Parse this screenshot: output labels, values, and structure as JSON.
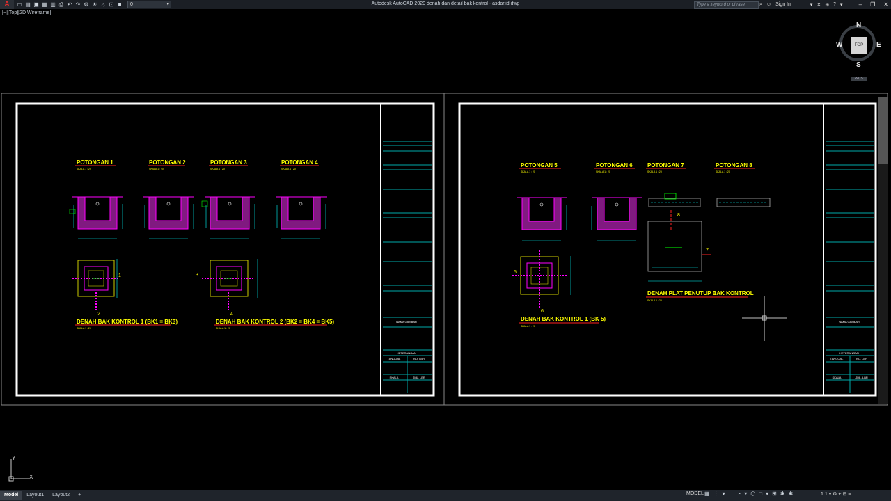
{
  "titlebar": {
    "app_icon": "A",
    "layer_value": "0",
    "window_title": "Autodesk AutoCAD 2020   denah dan detail bak kontrol - asdar.id.dwg",
    "search_placeholder": "Type a keyword or phrase",
    "sign_in": "Sign In"
  },
  "viewport_label": "[−][Top][2D Wireframe]",
  "viewcube": {
    "top": "TOP",
    "n": "N",
    "s": "S",
    "e": "E",
    "w": "W",
    "wcs": "WCS"
  },
  "sheet1": {
    "sections": [
      "POTONGAN 1",
      "POTONGAN 2",
      "POTONGAN 3",
      "POTONGAN 4"
    ],
    "scale_text": "SKALA 1 : 20",
    "plan_titles": [
      "DENAH BAK KONTROL 1 (BK1 = BK3)",
      "DENAH BAK KONTROL 2 (BK2 = BK4 = BK5)"
    ],
    "plan_scale": "SKALA 1 : 20",
    "markers": [
      "1",
      "2",
      "3",
      "4"
    ],
    "titleblock": {
      "nama_gambar": "NAMA GAMBAR",
      "keterangan": "KETERANGAN",
      "tanggal": "TANGGAL",
      "no_lbr": "NO. LBR",
      "skala": "SKALA",
      "jml_lbr": "JML. LBR"
    }
  },
  "sheet2": {
    "sections": [
      "POTONGAN 5",
      "POTONGAN 6",
      "POTONGAN 7",
      "POTONGAN 8"
    ],
    "scale_text": "SKALA 1 : 20",
    "plan_titles": [
      "DENAH BAK KONTROL 1 (BK 5)",
      "DENAH PLAT PENUTUP BAK KONTROL"
    ],
    "plan_scale": "SKALA 1 : 20",
    "markers": [
      "5",
      "6",
      "7",
      "8"
    ],
    "titleblock": {
      "nama_gambar": "NAMA GAMBAR",
      "keterangan": "KETERANGAN",
      "tanggal": "TANGGAL",
      "no_lbr": "NO. LBR",
      "skala": "SKALA",
      "jml_lbr": "JML. LBR"
    }
  },
  "ucs": {
    "x": "X",
    "y": "Y"
  },
  "statusbar": {
    "tabs": [
      "Model",
      "Layout1",
      "Layout2"
    ],
    "add_tab": "+",
    "model_button": "MODEL",
    "scale": "1:1"
  },
  "colors": {
    "magenta": "#ff00ff",
    "yellow": "#ffff00",
    "cyan": "#00ffff",
    "red": "#ff2020",
    "green": "#22dd22",
    "white": "#ffffff"
  }
}
